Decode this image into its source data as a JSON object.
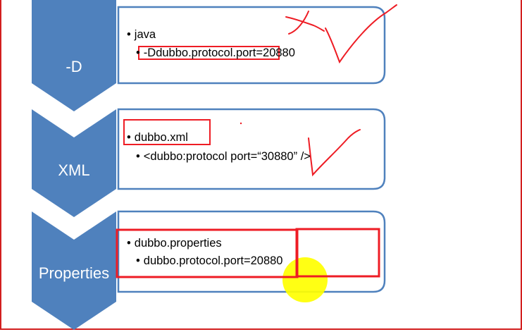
{
  "steps": [
    {
      "label": "-D",
      "items": [
        {
          "level": 1,
          "text": "java"
        },
        {
          "level": 2,
          "text": "-Ddubbo.protocol.port=20880"
        }
      ]
    },
    {
      "label": "XML",
      "items": [
        {
          "level": 1,
          "text": "dubbo.xml"
        },
        {
          "level": 2,
          "text": "<dubbo:protocol port=“30880” />"
        }
      ]
    },
    {
      "label": "Properties",
      "items": [
        {
          "level": 1,
          "text": "dubbo.properties"
        },
        {
          "level": 2,
          "text": "dubbo.protocol.port=20880"
        }
      ]
    }
  ],
  "bullet": "•",
  "colors": {
    "chevron": "#4f81bd",
    "panel_border": "#4f81bd",
    "annotation_red": "#ee1c24",
    "highlight_yellow": "#ffff00"
  }
}
